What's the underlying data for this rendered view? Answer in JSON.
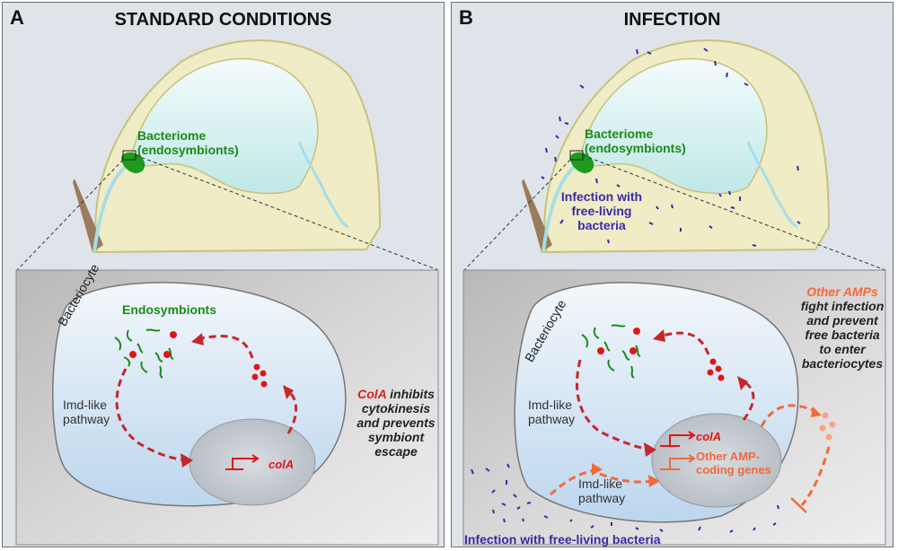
{
  "panels": [
    {
      "letter": "A",
      "title": "STANDARD CONDITIONS",
      "bacteriome_label_1": "Bacteriome",
      "bacteriome_label_2": "(endosymbionts)",
      "cell_label": "Bacteriocyte",
      "endosymbionts_label": "Endosymbionts",
      "pathway_label_1": "Imd-like",
      "pathway_label_2": "pathway",
      "gene_label": "colA",
      "note_highlight": "ColA",
      "note_lines": [
        "inhibits",
        "cytokinesis",
        "and prevents",
        "symbiont",
        "escape"
      ]
    },
    {
      "letter": "B",
      "title": "INFECTION",
      "bacteriome_label_1": "Bacteriome",
      "bacteriome_label_2": "(endosymbionts)",
      "infection_label_lines": [
        "Infection with",
        "free-living",
        "bacteria"
      ],
      "cell_label": "Bacteriocyte",
      "pathway_label_1": "Imd-like",
      "pathway_label_2": "pathway",
      "pathway2_label_1": "Imd-like",
      "pathway2_label_2": "pathway",
      "gene_label": "colA",
      "gene2_label_1": "Other AMP-",
      "gene2_label_2": "coding genes",
      "note_highlight": "Other AMPs",
      "note_lines": [
        "fight infection",
        "and prevent",
        "free bacteria",
        "to enter",
        "bacteriocytes"
      ],
      "bottom_label": "Infection with free-living bacteria"
    }
  ],
  "colors": {
    "endosymbiont_green": "#1a8a1a",
    "cola_red": "#d42020",
    "amp_orange": "#f06a3a",
    "bacteria_blue": "#3a2aa8",
    "body_cream": "#efecc6",
    "lumen_cyan": "#cdeeed"
  }
}
